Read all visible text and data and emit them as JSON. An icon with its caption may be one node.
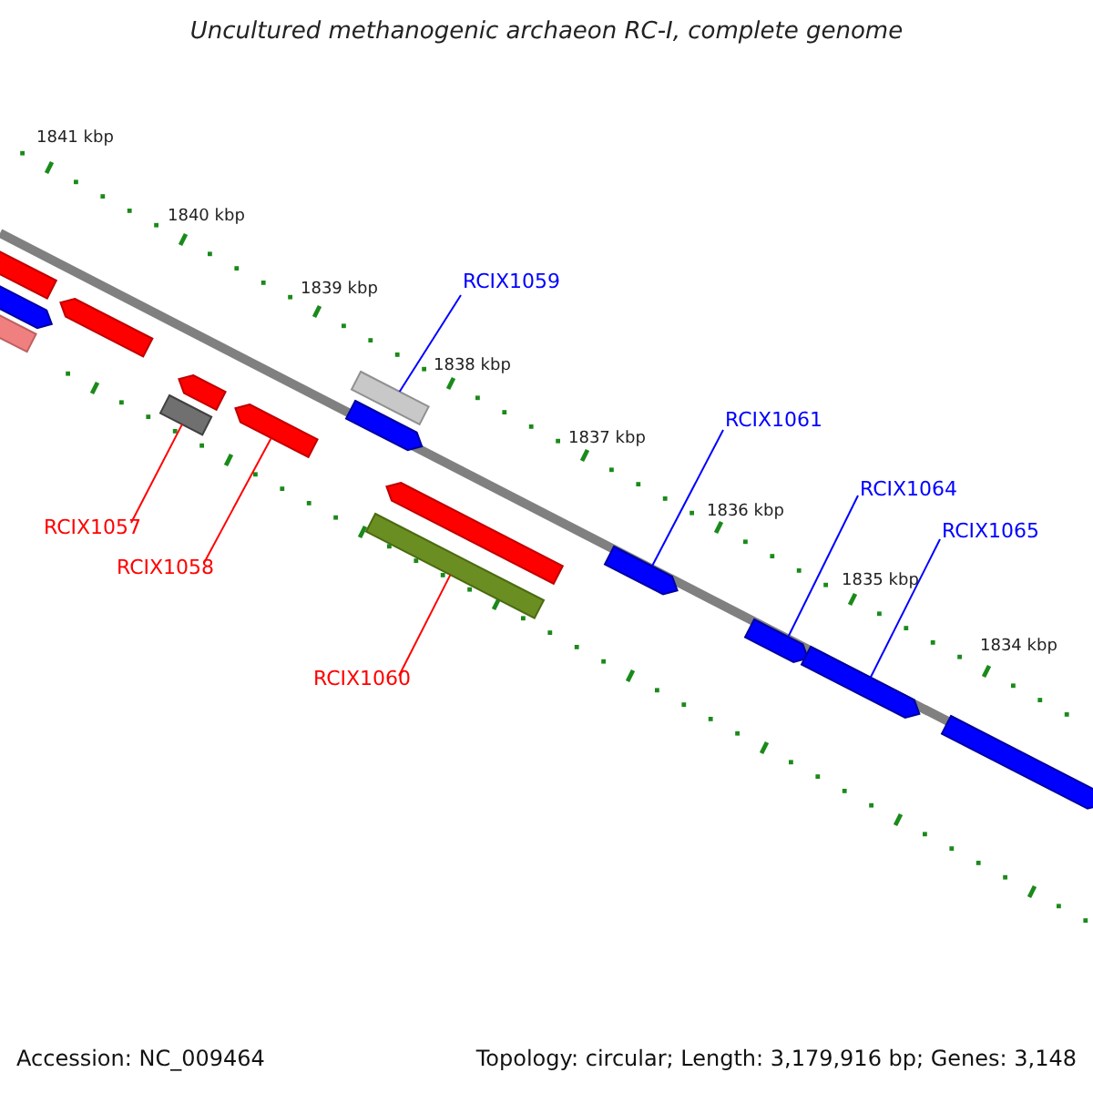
{
  "diagram": {
    "title": "Uncultured methanogenic archaeon RC-I, complete genome",
    "nodes": [
      {
        "text": [
          "RCIX1059"
        ]
      },
      {
        "text": [
          "RCIX1061"
        ]
      },
      {
        "text": [
          "RCIX1064"
        ]
      },
      {
        "text": [
          "RCIX1065"
        ]
      },
      {
        "text": [
          "RCIX1057"
        ]
      },
      {
        "text": [
          "RCIX1058"
        ]
      },
      {
        "text": [
          "RCIX1060"
        ]
      },
      {
        "text": [],
        "shape": "bar"
      },
      {
        "text": [],
        "shape": "bar"
      },
      {
        "text": [],
        "shape": "bar"
      },
      {
        "text": [],
        "shape": "bar"
      },
      {
        "text": [],
        "shape": "bar"
      },
      {
        "text": [],
        "shape": "bar"
      },
      {
        "text": [],
        "shape": "bar"
      },
      {
        "text": [],
        "shape": "bar"
      },
      {
        "text": [],
        "shape": "bar"
      },
      {
        "text": [],
        "shape": "bar"
      },
      {
        "text": [],
        "shape": "bar"
      },
      {
        "text": [],
        "shape": "bar"
      },
      {
        "text": [],
        "shape": "bar"
      },
      {
        "text": [],
        "shape": "bar"
      },
      {
        "text": [],
        "shape": "bar"
      }
    ],
    "edges": [
      {
        "from": 0,
        "to": 15,
        "arrow": "none",
        "color": "#0000ff"
      },
      {
        "from": 1,
        "to": 18,
        "arrow": "none",
        "color": "#0000ff"
      },
      {
        "from": 2,
        "to": 19,
        "arrow": "none",
        "color": "#0000ff"
      },
      {
        "from": 3,
        "to": 20,
        "arrow": "none",
        "color": "#0000ff"
      },
      {
        "from": 4,
        "to": 11,
        "arrow": "none",
        "color": "#ff0000"
      },
      {
        "from": 5,
        "to": 13,
        "arrow": "none",
        "color": "#ff0000"
      },
      {
        "from": 6,
        "to": 16,
        "arrow": "none",
        "color": "#ff0000"
      }
    ],
    "labels": [
      "1841 kbp",
      "1840 kbp",
      "1839 kbp",
      "1838 kbp",
      "1837 kbp",
      "1836 kbp",
      "1835 kbp",
      "1834 kbp",
      "Accession: NC_009464",
      "Topology: circular; Length: 3,179,916 bp; Genes: 3,148"
    ]
  }
}
